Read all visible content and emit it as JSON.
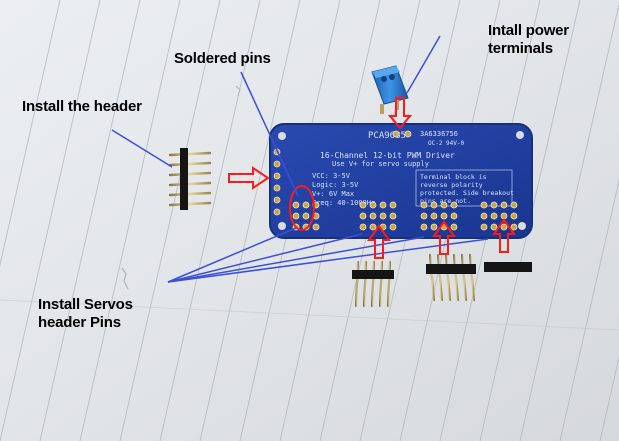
{
  "annotations": {
    "power_terminals": "Intall power\nterminals",
    "soldered_pins": "Soldered pins",
    "install_header": "Install the header",
    "install_servos": "Install Servos\nheader Pins"
  },
  "board": {
    "model": "PCA9685",
    "code": "3A6336756",
    "rev": "OC-2 94V-0",
    "title": "16-Channel 12-bit PWM Driver",
    "subtitle": "Use V+ for servo supply",
    "vcc": "VCC:   3-5V",
    "logic": "Logic: 3-5V",
    "vplus": "V+:    6V Max",
    "freq": "Freq:  40-1000Hz",
    "terminal_note_1": "Terminal block is",
    "terminal_note_2": "reverse polarity",
    "terminal_note_3": "protected. Side breakout",
    "terminal_note_4": "pins are not."
  },
  "colors": {
    "pcb": "#1e3f9c",
    "arrow": "#ff1a1a",
    "pointer_line": "#3b4fd8",
    "terminal": "#2e7fd2",
    "gold": "#c9a64a"
  }
}
